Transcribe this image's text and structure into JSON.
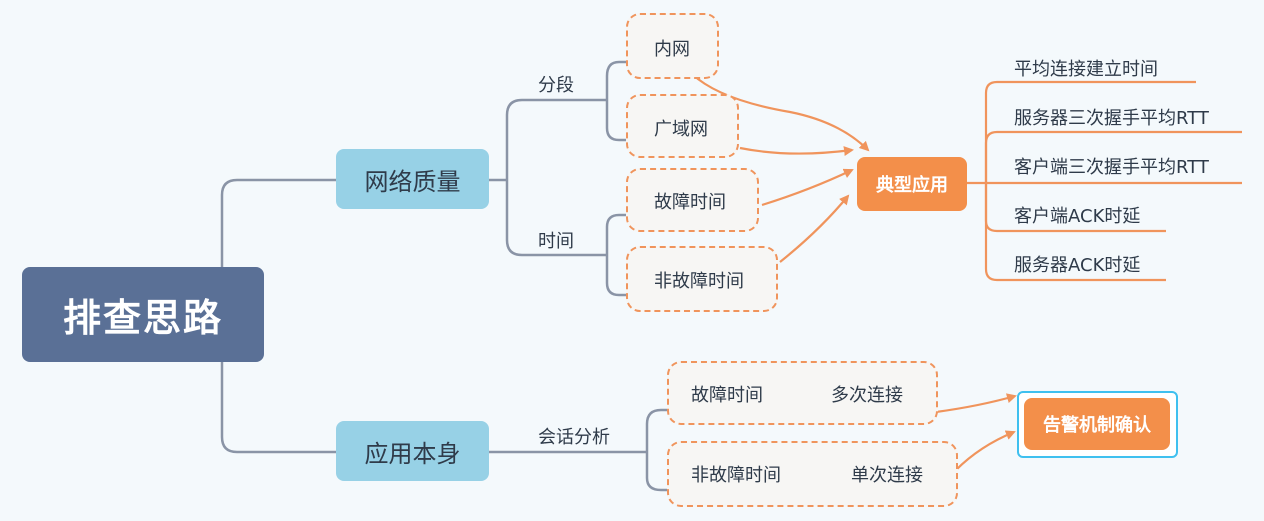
{
  "root": {
    "label": "排查思路"
  },
  "branches": {
    "network": {
      "label": "网络质量",
      "segment": {
        "label": "分段",
        "items": [
          "内网",
          "广域网"
        ]
      },
      "time": {
        "label": "时间",
        "items": [
          "故障时间",
          "非故障时间"
        ]
      }
    },
    "app": {
      "label": "应用本身",
      "session": {
        "label": "会话分析",
        "rows": [
          {
            "time": "故障时间",
            "conn": "多次连接"
          },
          {
            "time": "非故障时间",
            "conn": "单次连接"
          }
        ]
      }
    }
  },
  "typical_app": {
    "label": "典型应用",
    "metrics": [
      "平均连接建立时间",
      "服务器三次握手平均RTT",
      "客户端三次握手平均RTT",
      "客户端ACK时延",
      "服务器ACK时延"
    ]
  },
  "alert": {
    "label": "告警机制确认"
  },
  "colors": {
    "root": "#5a7096",
    "level1": "#97d1e6",
    "accent": "#f38f4a",
    "line": "#8a94a6",
    "frame": "#3fc0ef"
  }
}
